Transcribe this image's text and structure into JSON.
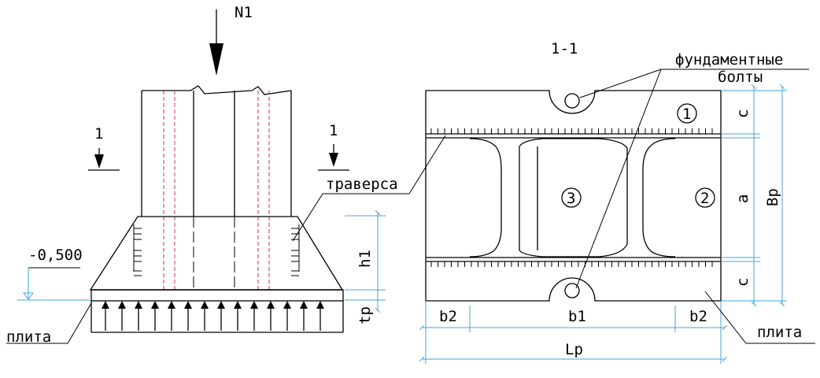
{
  "left_view": {
    "load_label": "N1",
    "section_mark_left": "1",
    "section_mark_right": "1",
    "traverse_label": "траверса",
    "elevation_label": "-0,500",
    "height_label": "h1",
    "plate_thickness_label": "tp",
    "plate_label": "плита"
  },
  "right_view": {
    "section_title": "1-1",
    "bolts_label_line1": "фундаментные",
    "bolts_label_line2": "болты",
    "part_1": "1",
    "part_2": "2",
    "part_3": "3",
    "dim_c_top": "c",
    "dim_a": "a",
    "dim_c_bottom": "c",
    "dim_bp": "Bp",
    "dim_b2_left": "b2",
    "dim_b1": "b1",
    "dim_b2_right": "b2",
    "dim_lp": "Lp",
    "plate_label": "плита"
  }
}
